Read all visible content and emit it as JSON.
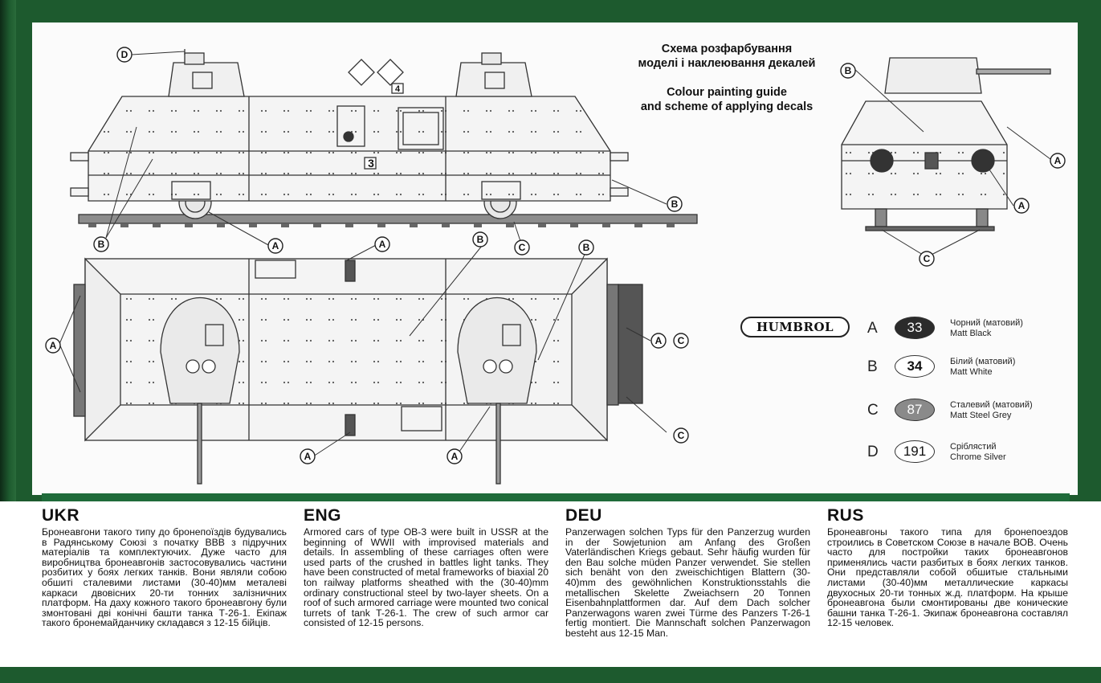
{
  "title": {
    "ukr_line1": "Схема розфарбування",
    "ukr_line2": "моделі і наклеювання декалей",
    "eng_line1": "Colour painting guide",
    "eng_line2": "and scheme of applying decals"
  },
  "brand": "HUMBROL",
  "markers": {
    "a": "A",
    "b": "B",
    "c": "C",
    "d": "D",
    "decal_3": "3",
    "decal_4": "4"
  },
  "legend": [
    {
      "letter": "A",
      "code": "33",
      "ua": "Чорний (матовий)",
      "en": "Matt Black",
      "color": "#2b2b2b",
      "text_color": "#ffffff"
    },
    {
      "letter": "B",
      "code": "34",
      "ua": "Білий (матовий)",
      "en": "Matt White",
      "color": "#ffffff",
      "text_color": "#111111"
    },
    {
      "letter": "C",
      "code": "87",
      "ua": "Сталевий (матовий)",
      "en": "Matt Steel Grey",
      "color": "#8a8a8a",
      "text_color": "#ffffff"
    },
    {
      "letter": "D",
      "code": "191",
      "ua": "Сріблястий",
      "en": "Chrome Silver",
      "color": "#ffffff",
      "text_color": "#111111"
    }
  ],
  "sections": [
    {
      "heading": "UKR",
      "text": "Бронеавгони такого типу до бронепоїздів будувались в Радянському Союзі з початку ВВВ з підручних матеріалів та комплектуючих. Дуже часто для виробництва бронеавгонів застосовувались частини розбитих у боях легких танків. Вони являли собою обшиті сталевими листами (30-40)мм металеві каркаси двовісних 20-ти тонних залізничних платформ. На даху кожного такого бронеавгону були змонтовані дві конічні башти танка Т-26-1. Екіпаж такого бронемайданчику складався з 12-15 бійців."
    },
    {
      "heading": "ENG",
      "text": "Armored cars of type OB-3 were built in USSR at the beginning of WWII with improvised materials and details. In assembling of these carriages often were used parts of the crushed in battles light tanks. They have been constructed of metal frameworks of biaxial 20 ton railway platforms sheathed with the (30-40)mm ordinary constructional steel by two-layer sheets. On a roof of such armored carriage were mounted two conical turrets of tank T-26-1. The crew of such armor car consisted of 12-15 persons."
    },
    {
      "heading": "DEU",
      "text": "Panzerwagen solchen Typs für den Panzerzug wurden in der Sowjetunion am Anfang des Großen Vaterländischen Kriegs gebaut. Sehr häufig wurden für den Bau solche müden Panzer verwendet. Sie stellen sich benäht von den zweischichtigen Blattern (30-40)mm des gewöhnlichen Konstruktionsstahls die metallischen Skelette Zweiachsern 20 Tonnen Eisenbahnplattformen dar. Auf dem Dach solcher Panzerwagons waren zwei Türme des Panzers T-26-1 fertig montiert. Die Mannschaft solchen Panzerwagon besteht aus 12-15 Man."
    },
    {
      "heading": "RUS",
      "text": "Бронеавгоны такого типа для бронепоездов строились в Советском Союзе в начале ВОВ. Очень часто для постройки таких бронеавгонов применялись части разбитых в боях легких танков. Они представляли собой обшитые стальными листами (30-40)мм металлические каркасы двухосных 20-ти тонных ж.д. платформ. На крыше бронеавгона были смонтированы две конические башни танка Т-26-1. Экипаж бронеавгона составлял 12-15 человек."
    }
  ]
}
